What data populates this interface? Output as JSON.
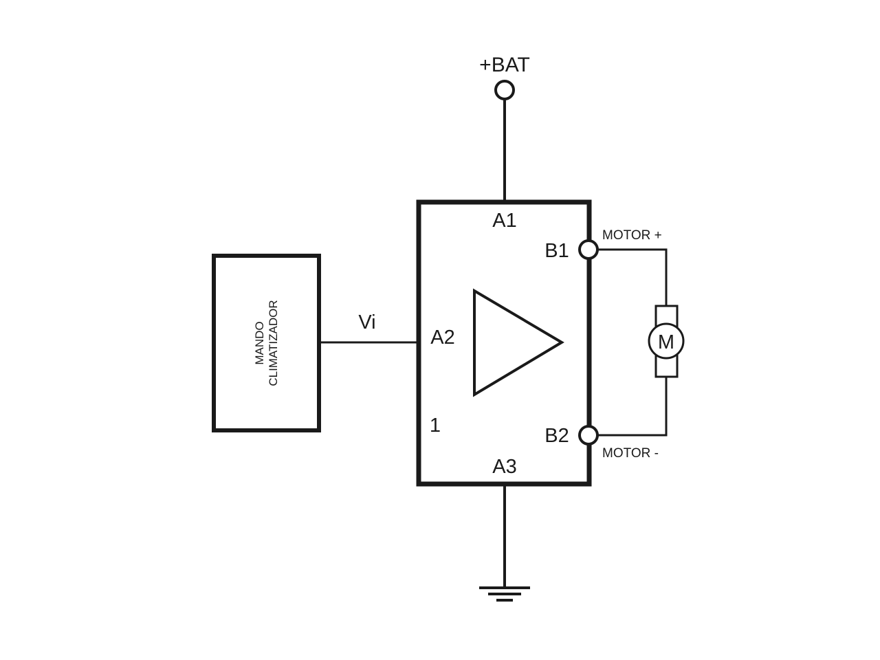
{
  "labels": {
    "bat": "+BAT",
    "a1": "A1",
    "a2": "A2",
    "a3": "A3",
    "b1": "B1",
    "b2": "B2",
    "vi": "Vi",
    "one": "1",
    "motor_plus": "MOTOR +",
    "motor_minus": "MOTOR -",
    "motor_symbol": "M",
    "controller_line1": "MANDO",
    "controller_line2": "CLIMATIZADOR"
  },
  "colors": {
    "stroke": "#1a1a1a",
    "background": "#ffffff"
  }
}
